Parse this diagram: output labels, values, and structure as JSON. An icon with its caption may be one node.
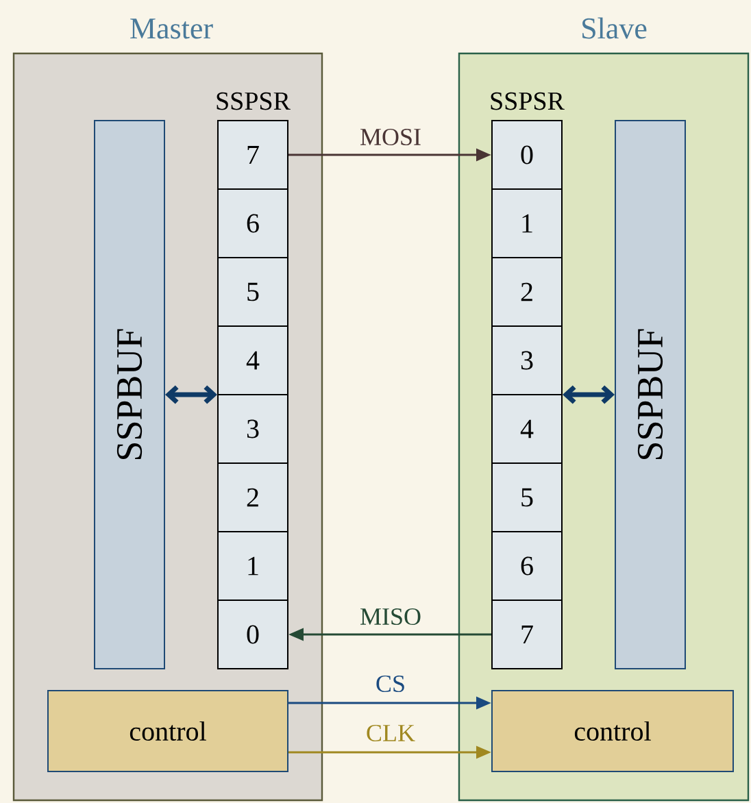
{
  "diagram": {
    "nodes": [
      {
        "text": [
          "Master"
        ]
      },
      {
        "text": [
          "SSPBUF"
        ],
        "in": 0
      },
      {
        "text": [
          "SSPSR"
        ],
        "in": 0
      },
      {
        "text": [
          "7"
        ],
        "in": 2
      },
      {
        "text": [
          "6"
        ],
        "in": 2
      },
      {
        "text": [
          "5"
        ],
        "in": 2
      },
      {
        "text": [
          "4"
        ],
        "in": 2
      },
      {
        "text": [
          "3"
        ],
        "in": 2
      },
      {
        "text": [
          "2"
        ],
        "in": 2
      },
      {
        "text": [
          "1"
        ],
        "in": 2
      },
      {
        "text": [
          "0"
        ],
        "in": 2
      },
      {
        "text": [
          "control"
        ],
        "in": 0
      },
      {
        "text": [
          "Slave"
        ]
      },
      {
        "text": [
          "SSPSR"
        ],
        "in": 12
      },
      {
        "text": [
          "0"
        ],
        "in": 13
      },
      {
        "text": [
          "1"
        ],
        "in": 13
      },
      {
        "text": [
          "2"
        ],
        "in": 13
      },
      {
        "text": [
          "3"
        ],
        "in": 13
      },
      {
        "text": [
          "4"
        ],
        "in": 13
      },
      {
        "text": [
          "5"
        ],
        "in": 13
      },
      {
        "text": [
          "6"
        ],
        "in": 13
      },
      {
        "text": [
          "7"
        ],
        "in": 13
      },
      {
        "text": [
          "SSPBUF"
        ],
        "in": 12
      },
      {
        "text": [
          "control"
        ],
        "in": 12
      }
    ],
    "edges": [
      {
        "from": 3,
        "to": 14,
        "arrow": "to",
        "label": "MOSI",
        "color": "#4a3535"
      },
      {
        "from": 21,
        "to": 10,
        "arrow": "to",
        "label": "MISO",
        "color": "#254a35"
      },
      {
        "from": 1,
        "to": 2,
        "arrow": "both",
        "style": "thick",
        "color": "#0f3a66"
      },
      {
        "from": 13,
        "to": 22,
        "arrow": "both",
        "style": "thick",
        "color": "#0f3a66"
      },
      {
        "from": 11,
        "to": 23,
        "arrow": "to",
        "label": "CS",
        "color": "#1a4a80"
      },
      {
        "from": 11,
        "to": 23,
        "arrow": "to",
        "label": "CLK",
        "color": "#a08820"
      }
    ]
  }
}
